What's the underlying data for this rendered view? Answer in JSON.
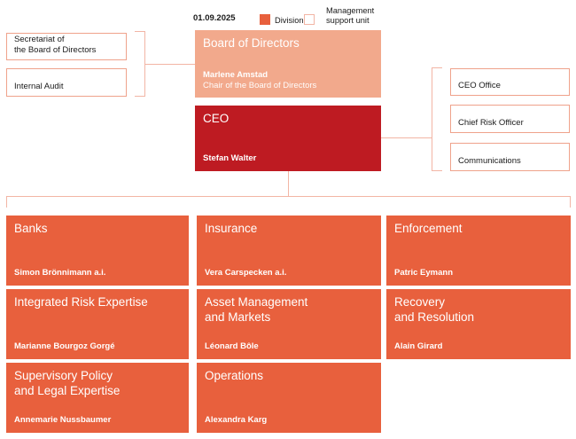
{
  "page": {
    "date": "01.09.2025",
    "colors": {
      "division": "#e8603d",
      "board": "#f2a98c",
      "ceo_red": "#be1b22",
      "connector": "#f2b5a5",
      "support_border": "#efa28b"
    }
  },
  "legend": {
    "division_label": "Division",
    "support_label": "Management\nsupport unit"
  },
  "board": {
    "title": "Board of Directors",
    "name": "Marlene Amstad",
    "role": "Chair of the Board of Directors"
  },
  "ceo": {
    "title": "CEO",
    "name": "Stefan Walter"
  },
  "support_units": {
    "left": [
      {
        "label": "Secretariat of\nthe Board of Directors"
      },
      {
        "label": "Internal Audit"
      }
    ],
    "right": [
      {
        "label": "CEO Office"
      },
      {
        "label": "Chief Risk Officer"
      },
      {
        "label": "Communications"
      }
    ]
  },
  "divisions": [
    {
      "title": "Banks",
      "name": "Simon Brönnimann a.i."
    },
    {
      "title": "Insurance",
      "name": "Vera Carspecken a.i."
    },
    {
      "title": "Enforcement",
      "name": "Patric Eymann"
    },
    {
      "title": "Integrated Risk Expertise",
      "name": "Marianne Bourgoz Gorgé"
    },
    {
      "title": "Asset Management\nand Markets",
      "name": "Léonard Bôle"
    },
    {
      "title": "Recovery\nand Resolution",
      "name": "Alain Girard"
    },
    {
      "title": "Supervisory Policy\nand Legal Expertise",
      "name": "Annemarie Nussbaumer"
    },
    {
      "title": "Operations",
      "name": "Alexandra Karg"
    }
  ]
}
